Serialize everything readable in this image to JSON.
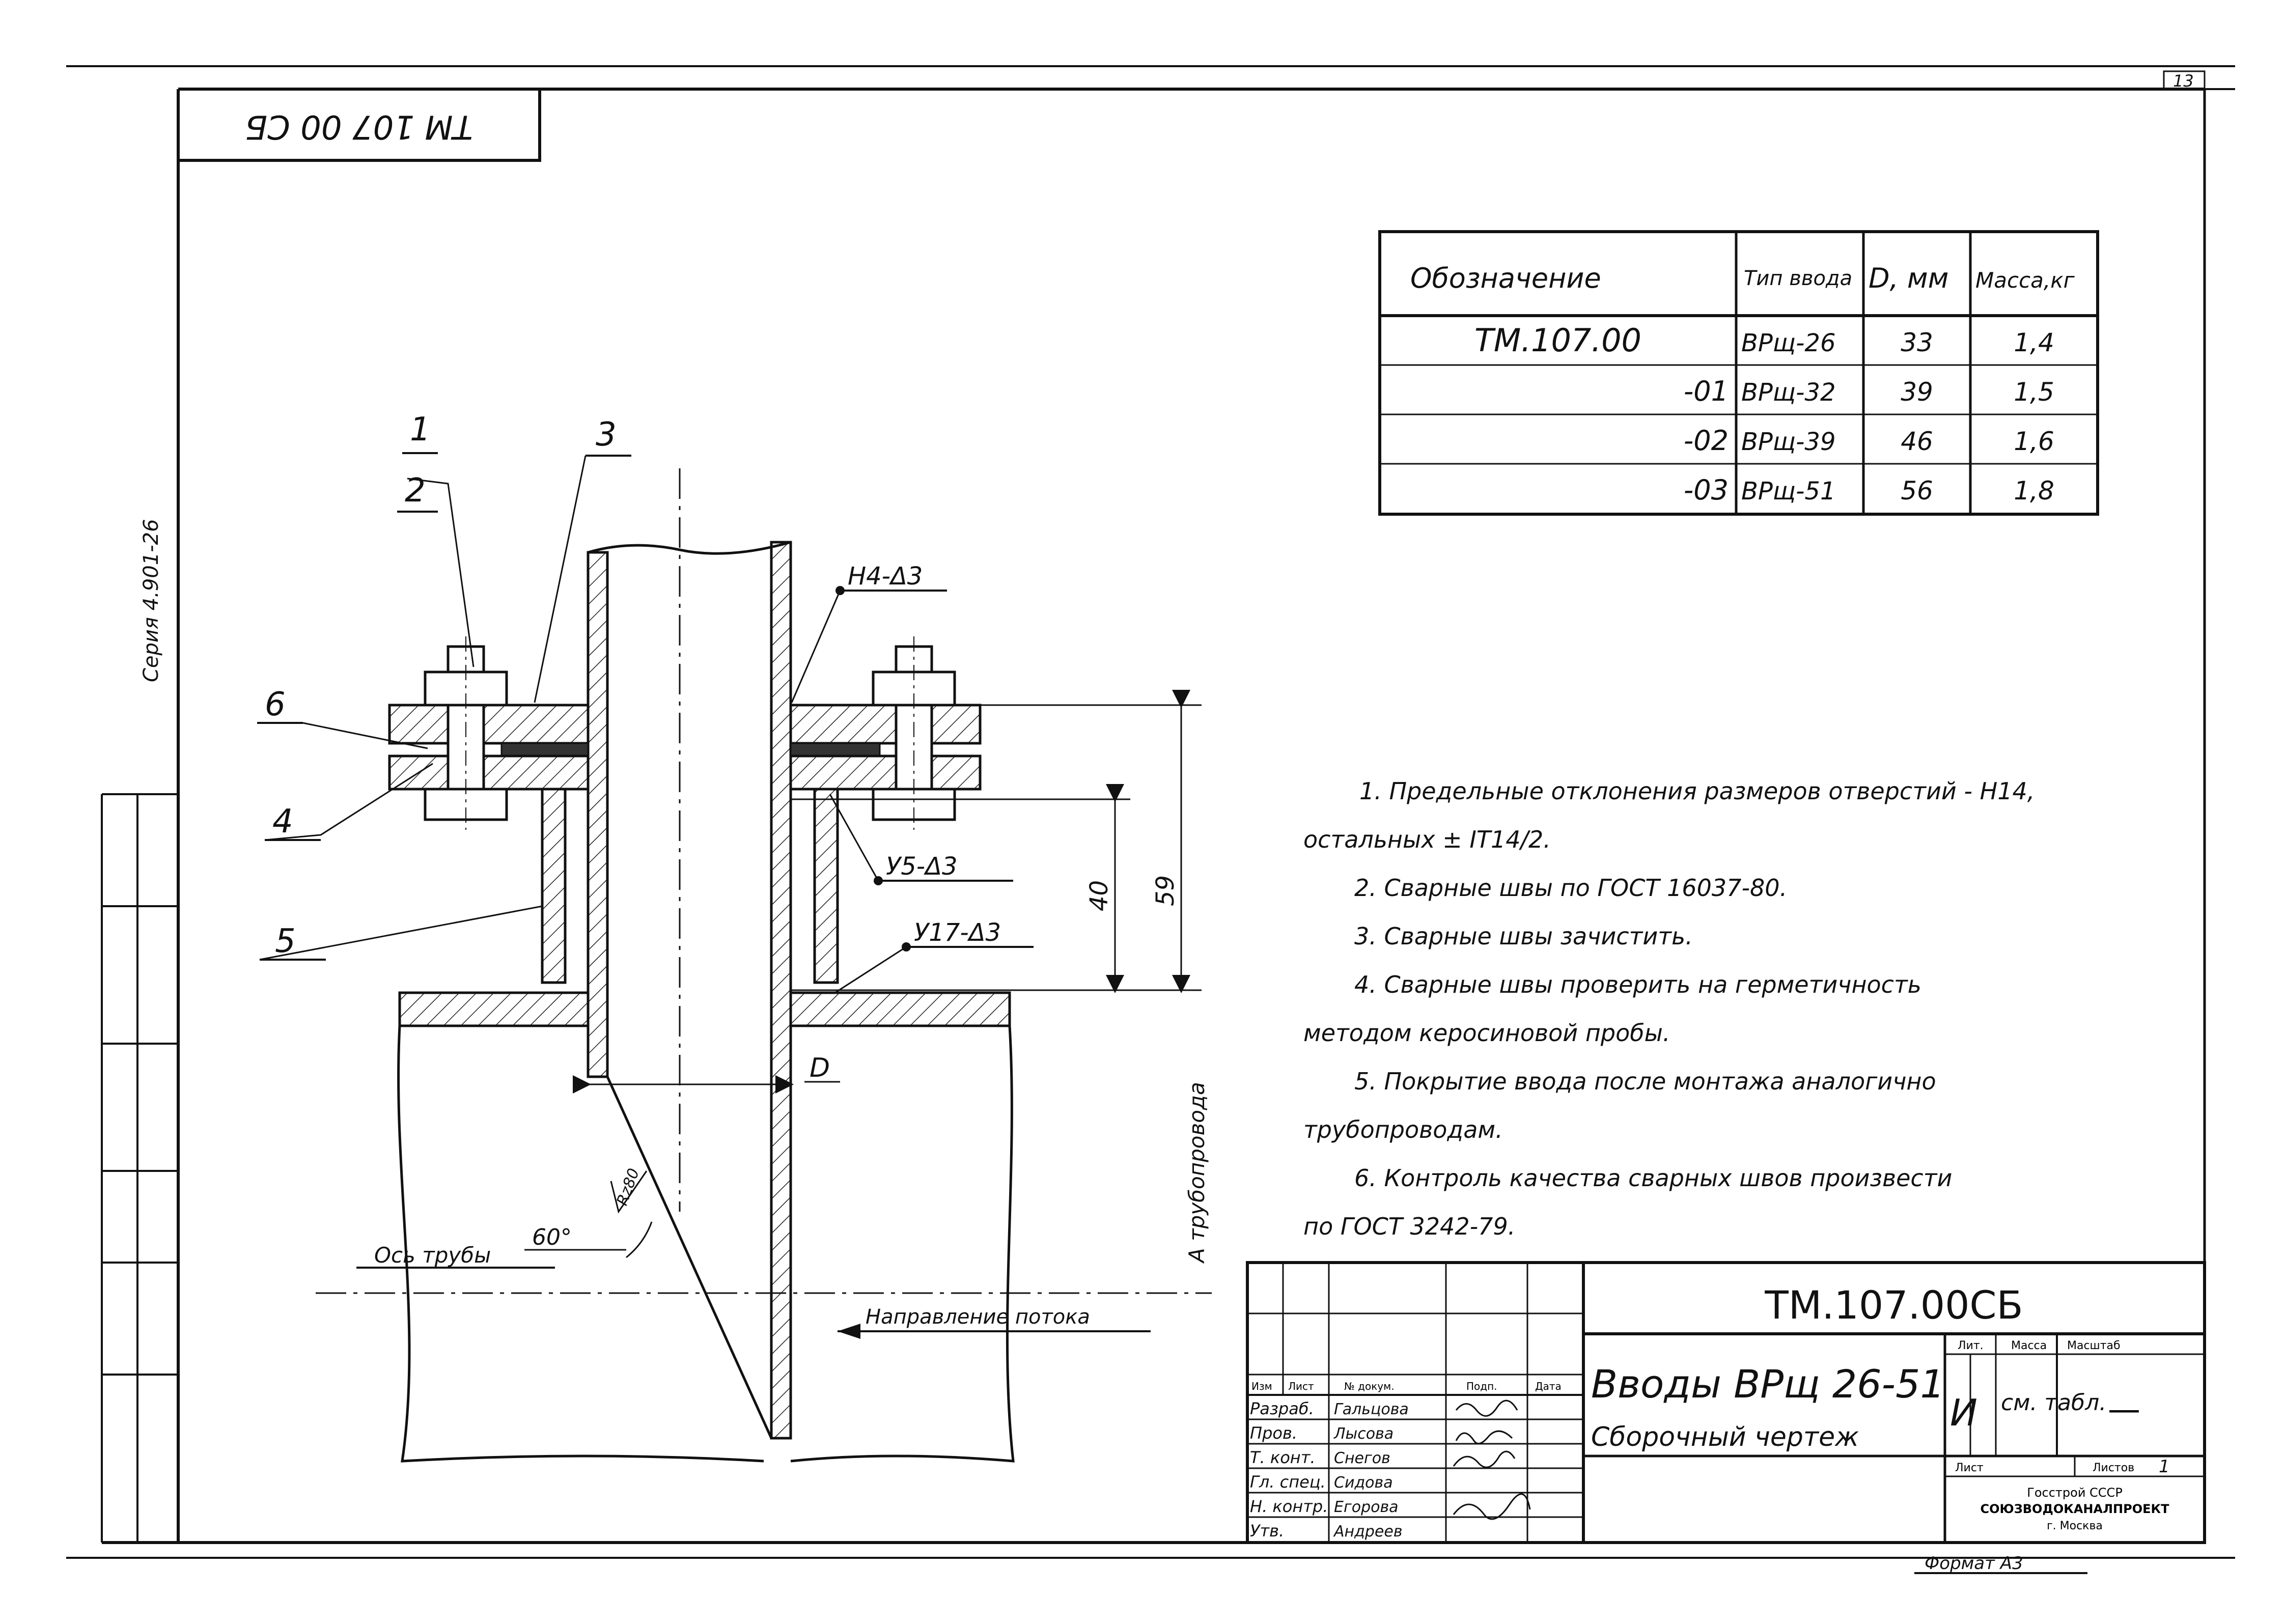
{
  "page": {
    "sheet_number": "13",
    "format_label": "Формат А3"
  },
  "stamp_top": "TM 107 00 СБ",
  "side_labels": {
    "series": "Серия 4.901-26"
  },
  "spec_table": {
    "headers": [
      "Обозначение",
      "Тип ввода",
      "D, мм",
      "Масса,кг"
    ],
    "rows": [
      [
        "ТМ.107.00",
        "ВРщ-26",
        "33",
        "1,4"
      ],
      [
        "-01",
        "ВРщ-32",
        "39",
        "1,5"
      ],
      [
        "-02",
        "ВРщ-39",
        "46",
        "1,6"
      ],
      [
        "-03",
        "ВРщ-51",
        "56",
        "1,8"
      ]
    ]
  },
  "drawing": {
    "callouts": [
      "1",
      "2",
      "3",
      "6",
      "4",
      "5"
    ],
    "welds": [
      "Н4-Δ3",
      "У5-Δ3",
      "У17-Δ3"
    ],
    "dim_40": "40",
    "dim_59": "59",
    "dim_D": "D",
    "angle": "60°",
    "roughness": "Rz80",
    "axis_label": "Ось трубы",
    "flow_label": "Направление потока",
    "pipe_label": "А трубопровода"
  },
  "notes": [
    "1. Предельные  отклонения  размеров  отверстий - Н14,",
    "остальных ± IT14/2.",
    "2. Сварные  швы  по ГОСТ 16037-80.",
    "3. Сварные  швы  зачистить.",
    "4. Сварные  швы  проверить  на  герметичность",
    "методом  керосиновой  пробы.",
    "5. Покрытие  ввода  после  монтажа  аналогично",
    "трубопроводам.",
    "6. Контроль  качества  сварных  швов  произвести",
    "по  ГОСТ 3242-79."
  ],
  "title_block": {
    "designation": "ТМ.107.00СБ",
    "name_line1": "Вводы ВРщ 26-51",
    "name_line2": "Сборочный  чертеж",
    "lit_header": "Лит.",
    "mass_header": "Масса",
    "scale_header": "Масштаб",
    "lit_value": "И",
    "mass_value": "см. табл.",
    "scale_value": "—",
    "sheet_header": "Лист",
    "sheets_header": "Листов",
    "sheets_value": "1",
    "org_line1": "Госстрой СССР",
    "org_line2": "СОЮЗВОДОКАНАЛПРОЕКТ",
    "org_line3": "г. Москва",
    "col_headers": [
      "Изм",
      "Лист",
      "№ докум.",
      "Подп.",
      "Дата"
    ],
    "roles": [
      "Разраб.",
      "Пров.",
      "Т. конт.",
      "Гл. спец.",
      "Н. контр.",
      "Утв."
    ],
    "names": [
      "Гальцова",
      "Лысова",
      "Снегов",
      "Сидова",
      "Егорова",
      "Андреев"
    ]
  }
}
